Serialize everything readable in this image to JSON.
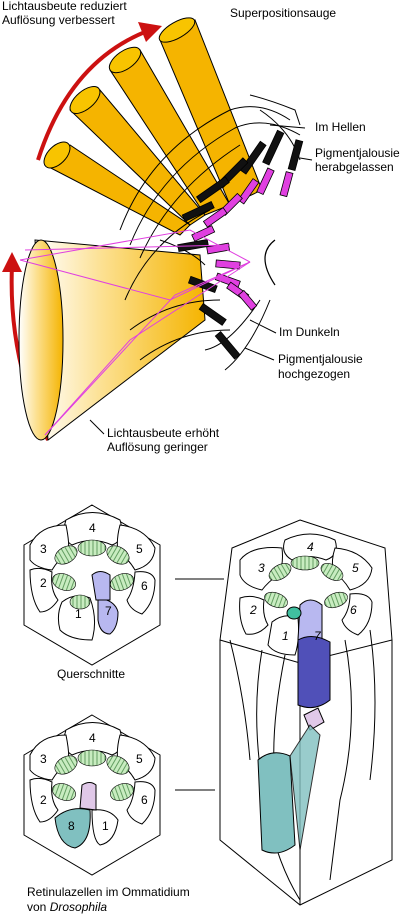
{
  "labels": {
    "top_left_1": "Lichtausbeute reduziert",
    "top_left_2": "Auflösung verbessert",
    "title": "Superpositionsauge",
    "hellen": "Im Hellen",
    "pig_down_1": "Pigmentjalousie",
    "pig_down_2": "herabgelassen",
    "dunkeln": "Im Dunkeln",
    "pig_up_1": "Pigmentjalousie",
    "pig_up_2": "hochgezogen",
    "bottom_1": "Lichtausbeute erhöht",
    "bottom_2": "Auflösung geringer",
    "querschnitte": "Querschnitte",
    "retinula_1": "Retinulazellen im Ommatidium",
    "retinula_2_prefix": "von ",
    "retinula_2_italic": "Drosophila"
  },
  "cross_section_top": {
    "cells": [
      "4",
      "3",
      "5",
      "2",
      "6",
      "1",
      "7"
    ]
  },
  "cross_section_bottom": {
    "cells": [
      "4",
      "3",
      "5",
      "2",
      "6",
      "8",
      "1"
    ]
  },
  "ommatidium_3d": {
    "cells": [
      "4",
      "3",
      "5",
      "2",
      "6",
      "1",
      "7"
    ]
  },
  "colors": {
    "cone_orange": "#f5b400",
    "pigment_magenta": "#e040e0",
    "arrow_red": "#cc1111",
    "cell7_lilac": "#b8b8f0",
    "cell8_teal": "#80c0c0",
    "rhabdomere_green": "#c8ecc0"
  }
}
